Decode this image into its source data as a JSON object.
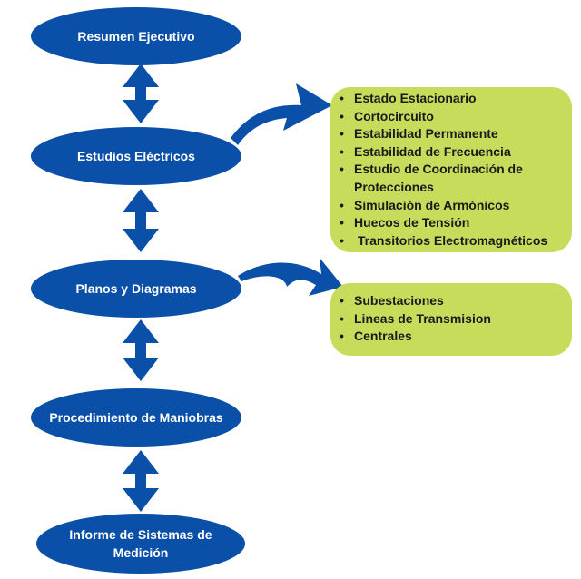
{
  "flow_nodes": [
    {
      "label": "Resumen Ejecutivo"
    },
    {
      "label": "Estudios Eléctricos"
    },
    {
      "label": "Planos y Diagramas"
    },
    {
      "label": "Procedimiento de Maniobras"
    },
    {
      "label": "Informe de Sistemas de Medición"
    }
  ],
  "detail_boxes": [
    {
      "items": [
        "Estado Estacionario",
        "Cortocircuito",
        "Estabilidad Permanente",
        "Estabilidad de Frecuencia",
        "Estudio de Coordinación de Protecciones",
        "Simulación de Armónicos",
        "Huecos de Tensión",
        " Transitorios Electromagnéticos"
      ]
    },
    {
      "items": [
        "Subestaciones",
        "Lineas de Transmision",
        "Centrales"
      ]
    }
  ],
  "colors": {
    "node_fill": "#0a4fa8",
    "box_fill": "#c8dc5c",
    "text_light": "#ffffff",
    "text_dark": "#1a1a1a"
  },
  "bullet_glyph": "•"
}
